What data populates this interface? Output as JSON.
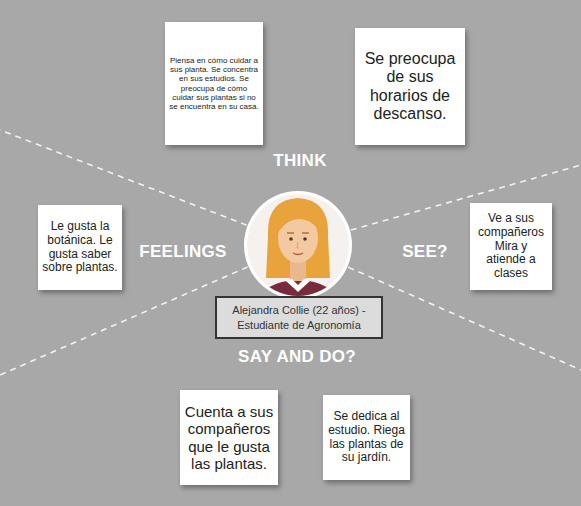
{
  "diagram": {
    "nodes": [
      {
        "text": [
          "Piensa en cómo cuidar a sus planta. Se concentra en sus estudios. Se preocupa de cómo cuidar sus plantas si no se encuentra en su casa."
        ]
      },
      {
        "text": [
          "Se preocupa de sus horarios de descanso."
        ]
      },
      {
        "text": [
          "Le gusta la botánica. Le gusta saber sobre plantas."
        ]
      },
      {
        "text": [
          "Ve a sus compañeros Mira y atiende a clases"
        ]
      },
      {
        "text": [
          "Alejandra Collie (22 años) - Estudiante de Agronomía"
        ]
      },
      {
        "text": [
          "Cuenta a sus compañeros que le gusta las plantas."
        ]
      },
      {
        "text": [
          "Se dedica al estudio. Riega las plantas de su jardín."
        ]
      }
    ],
    "labels": [
      "THINK",
      "FEELINGS",
      "SEE?",
      "SAY AND DO?"
    ]
  }
}
